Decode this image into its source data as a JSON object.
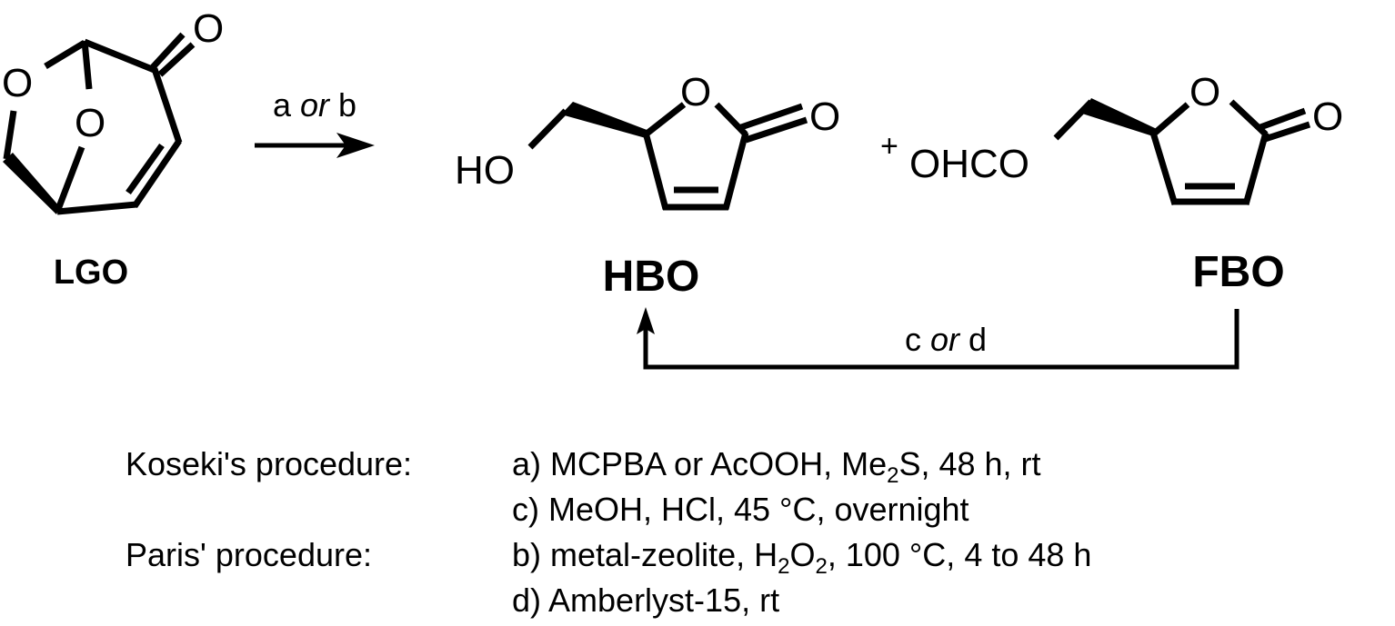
{
  "compounds": {
    "lgo": {
      "label": "LGO",
      "atoms": [
        "O",
        "O",
        "O"
      ]
    },
    "hbo": {
      "label": "HBO",
      "atoms": [
        "HO",
        "O",
        "O"
      ]
    },
    "fbo": {
      "label": "FBO",
      "charge": "+",
      "atoms": [
        "OHCO",
        "O",
        "O"
      ]
    }
  },
  "arrows": {
    "forward": {
      "pre": "a ",
      "italic": "or",
      "post": " b"
    },
    "back": {
      "pre": "c ",
      "italic": "or",
      "post": " d"
    }
  },
  "conditions": [
    {
      "procedure": "Koseki's procedure:",
      "step": "a) MCPBA or AcOOH, Me",
      "sub": "2",
      "rest": "S, 48 h, rt"
    },
    {
      "procedure": "",
      "step": "c) MeOH, HCl, 45 °C, overnight"
    },
    {
      "procedure": "Paris' procedure:",
      "step": "b) metal-zeolite, H",
      "sub": "2",
      "mid": "O",
      "sub2": "2",
      "rest": ", 100 °C, 4 to 48 h"
    },
    {
      "procedure": "",
      "step": "d) Amberlyst-15, rt"
    }
  ]
}
